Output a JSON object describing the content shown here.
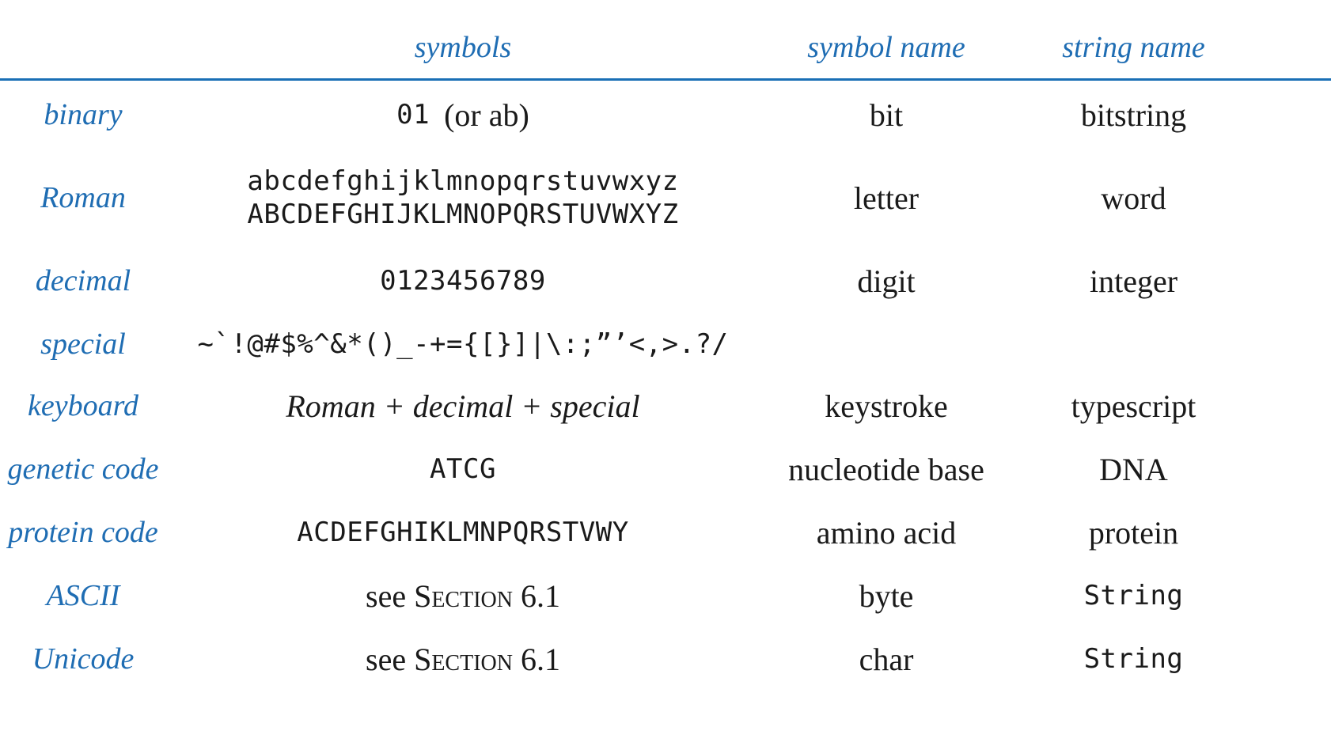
{
  "accent_color": "#1f6db3",
  "headers": {
    "symbols": "symbols",
    "symbol_name": "symbol name",
    "string_name": "string name"
  },
  "rows": [
    {
      "label": "binary",
      "symbols_mono": "01",
      "symbols_serif": "(or ab)",
      "symbol_name": "bit",
      "string_name": "bitstring"
    },
    {
      "label": "Roman",
      "symbols_line1": "abcdefghijklmnopqrstuvwxyz",
      "symbols_line2": "ABCDEFGHIJKLMNOPQRSTUVWXYZ",
      "symbol_name": "letter",
      "string_name": "word"
    },
    {
      "label": "decimal",
      "symbols": "0123456789",
      "symbol_name": "digit",
      "string_name": "integer"
    },
    {
      "label": "special",
      "symbols": "~`!@#$%^&*()_-+={[}]|\\:;”’<,>.?/",
      "symbol_name": "",
      "string_name": ""
    },
    {
      "label": "keyboard",
      "symbols": "Roman + decimal + special",
      "symbol_name": "keystroke",
      "string_name": "typescript"
    },
    {
      "label": "genetic code",
      "symbols": "ATCG",
      "symbol_name": "nucleotide base",
      "string_name": "DNA"
    },
    {
      "label": "protein code",
      "symbols": "ACDEFGHIKLMNPQRSTVWY",
      "symbol_name": "amino acid",
      "string_name": "protein"
    },
    {
      "label": "ASCII",
      "symbols_prefix": "see",
      "symbols_sc": "Section",
      "symbols_suffix": "6.1",
      "symbol_name": "byte",
      "string_name": "String"
    },
    {
      "label": "Unicode",
      "symbols_prefix": "see",
      "symbols_sc": "Section",
      "symbols_suffix": "6.1",
      "symbol_name": "char",
      "string_name": "String"
    }
  ]
}
